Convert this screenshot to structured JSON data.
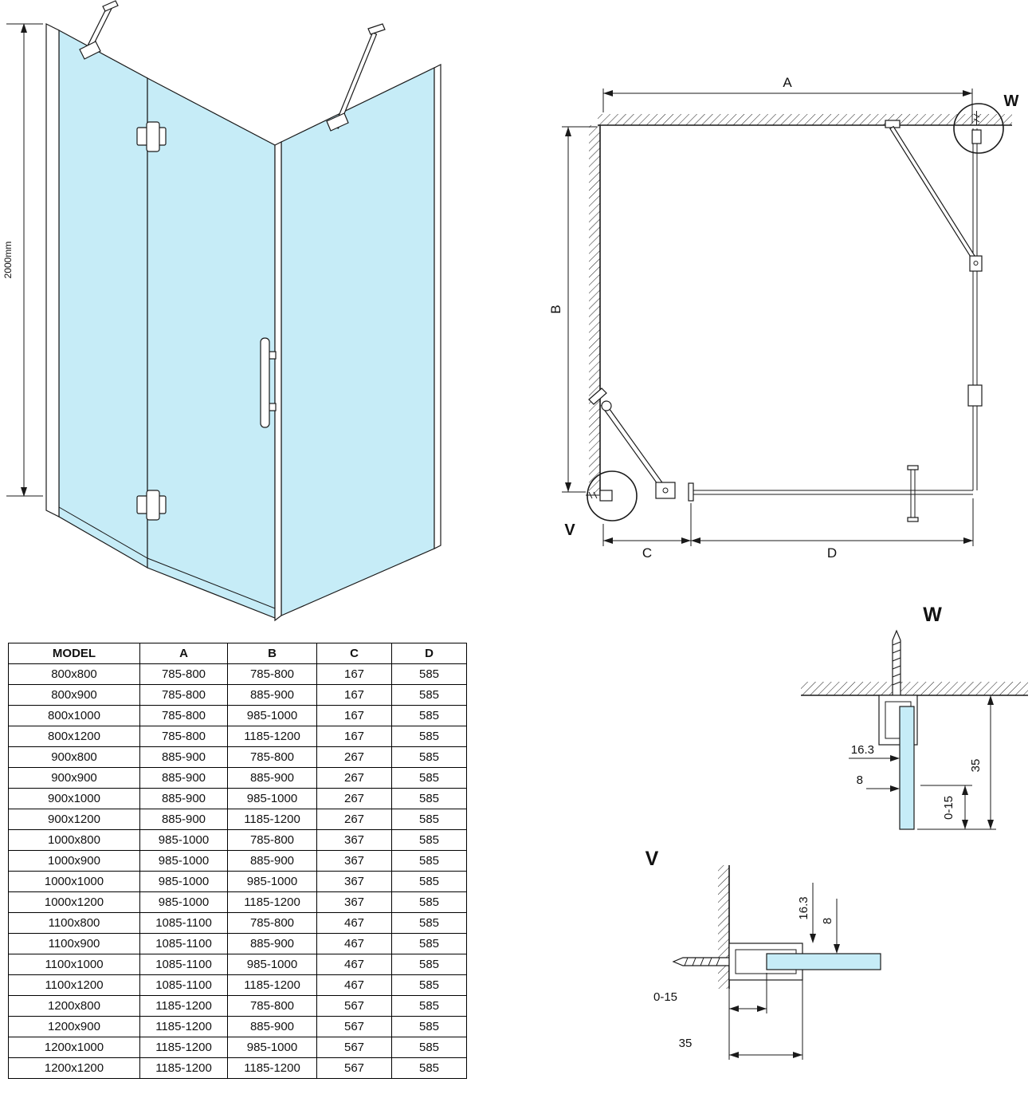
{
  "colors": {
    "glass": "#c6ecf7",
    "line": "#1a1a1a"
  },
  "labels": {
    "height": "2000mm",
    "A": "A",
    "B": "B",
    "C": "C",
    "D": "D",
    "V": "V",
    "W": "W"
  },
  "detail_w": {
    "title": "W",
    "d1": "16.3",
    "d2": "8",
    "d3": "0-15",
    "d4": "35"
  },
  "detail_v": {
    "title": "V",
    "d1": "16.3",
    "d2": "8",
    "d3": "0-15",
    "d4": "35"
  },
  "table": {
    "headers": [
      "MODEL",
      "A",
      "B",
      "C",
      "D"
    ],
    "rows": [
      [
        "800x800",
        "785-800",
        "785-800",
        "167",
        "585"
      ],
      [
        "800x900",
        "785-800",
        "885-900",
        "167",
        "585"
      ],
      [
        "800x1000",
        "785-800",
        "985-1000",
        "167",
        "585"
      ],
      [
        "800x1200",
        "785-800",
        "1185-1200",
        "167",
        "585"
      ],
      [
        "900x800",
        "885-900",
        "785-800",
        "267",
        "585"
      ],
      [
        "900x900",
        "885-900",
        "885-900",
        "267",
        "585"
      ],
      [
        "900x1000",
        "885-900",
        "985-1000",
        "267",
        "585"
      ],
      [
        "900x1200",
        "885-900",
        "1185-1200",
        "267",
        "585"
      ],
      [
        "1000x800",
        "985-1000",
        "785-800",
        "367",
        "585"
      ],
      [
        "1000x900",
        "985-1000",
        "885-900",
        "367",
        "585"
      ],
      [
        "1000x1000",
        "985-1000",
        "985-1000",
        "367",
        "585"
      ],
      [
        "1000x1200",
        "985-1000",
        "1185-1200",
        "367",
        "585"
      ],
      [
        "1100x800",
        "1085-1100",
        "785-800",
        "467",
        "585"
      ],
      [
        "1100x900",
        "1085-1100",
        "885-900",
        "467",
        "585"
      ],
      [
        "1100x1000",
        "1085-1100",
        "985-1000",
        "467",
        "585"
      ],
      [
        "1100x1200",
        "1085-1100",
        "1185-1200",
        "467",
        "585"
      ],
      [
        "1200x800",
        "1185-1200",
        "785-800",
        "567",
        "585"
      ],
      [
        "1200x900",
        "1185-1200",
        "885-900",
        "567",
        "585"
      ],
      [
        "1200x1000",
        "1185-1200",
        "985-1000",
        "567",
        "585"
      ],
      [
        "1200x1200",
        "1185-1200",
        "1185-1200",
        "567",
        "585"
      ]
    ]
  }
}
